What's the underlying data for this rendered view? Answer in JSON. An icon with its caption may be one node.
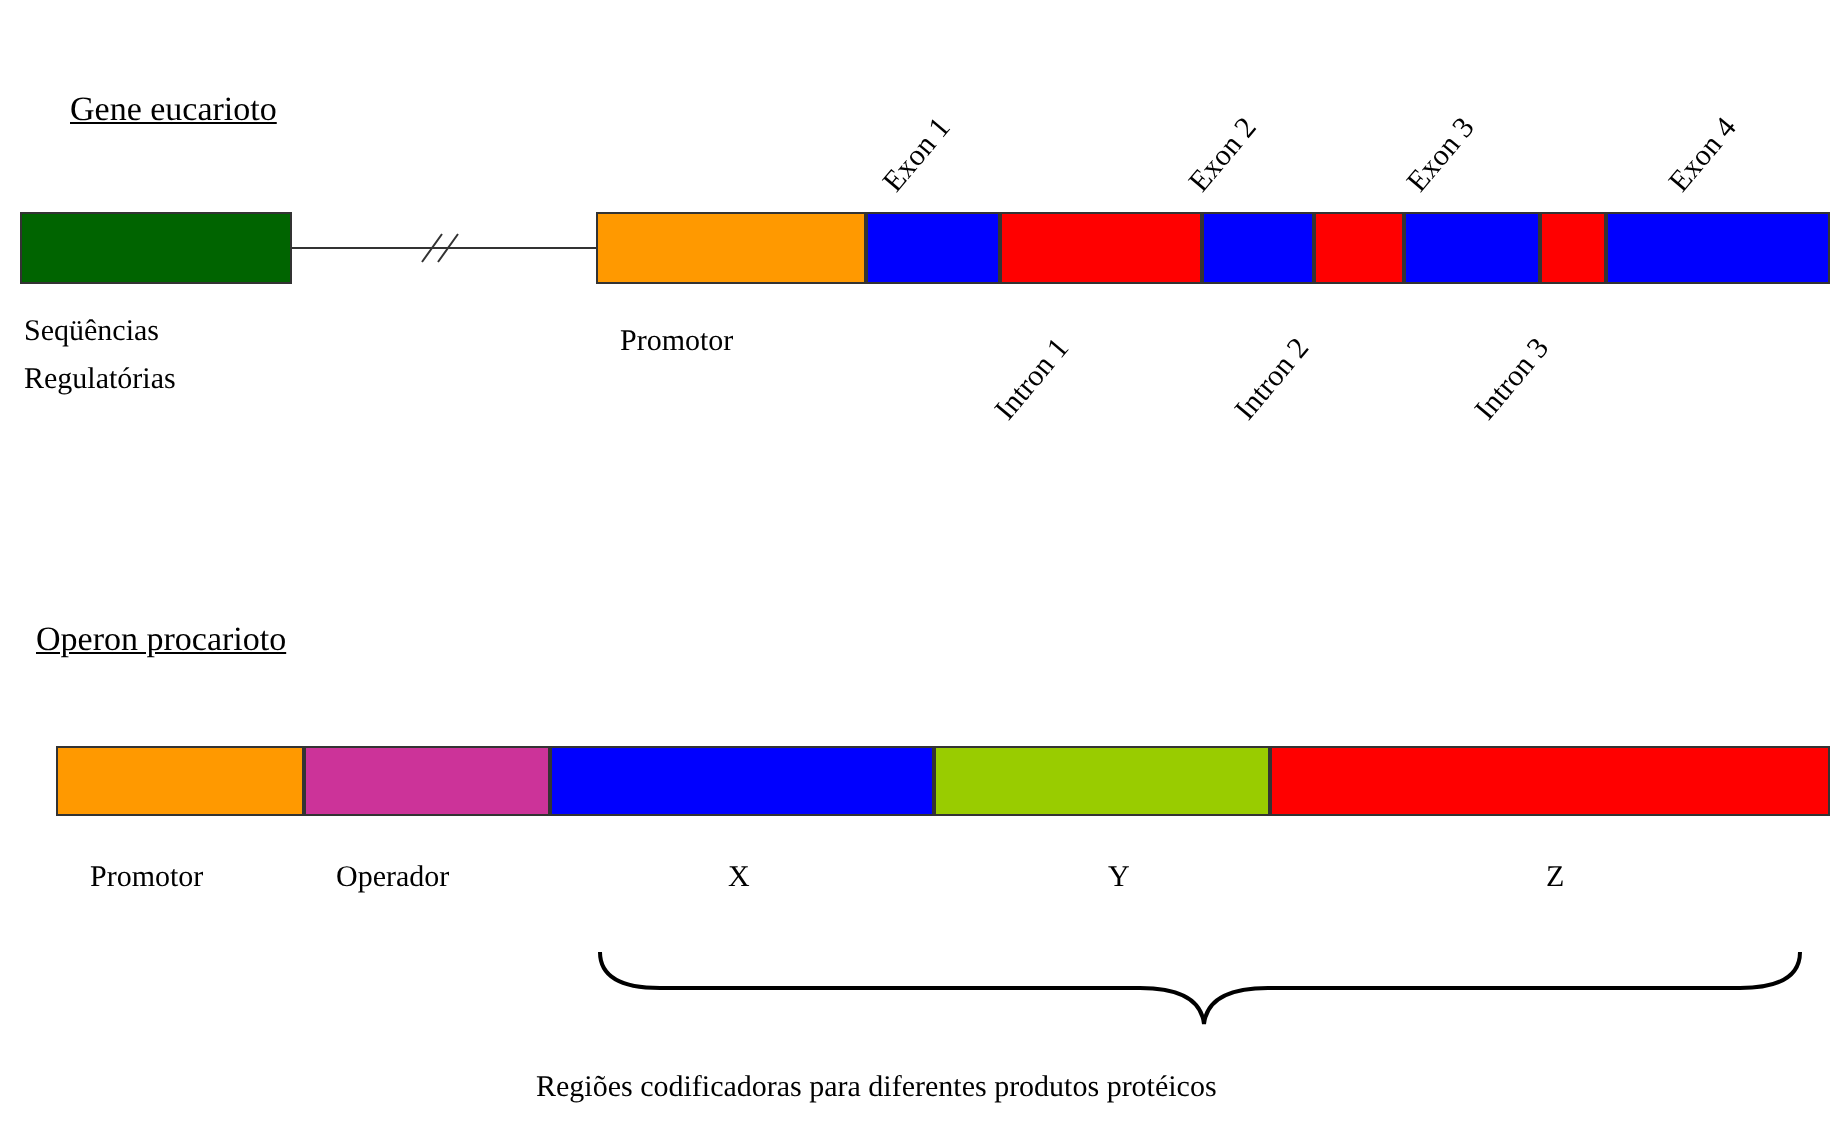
{
  "diagram": {
    "nodes": [
      {
        "text": [],
        "shape": "bar",
        "beside": [
          "Seqüências Regulatórias"
        ]
      },
      {
        "text": [],
        "shape": "bar",
        "beside": [
          "Promotor"
        ]
      },
      {
        "text": [],
        "shape": "bar",
        "beside": [
          "Exon 1"
        ]
      },
      {
        "text": [],
        "shape": "bar",
        "beside": [
          "Intron 1"
        ]
      },
      {
        "text": [],
        "shape": "bar",
        "beside": [
          "Exon 2"
        ]
      },
      {
        "text": [],
        "shape": "bar",
        "beside": [
          "Intron 2"
        ]
      },
      {
        "text": [],
        "shape": "bar",
        "beside": [
          "Exon 3"
        ]
      },
      {
        "text": [],
        "shape": "bar",
        "beside": [
          "Intron 3"
        ]
      },
      {
        "text": [],
        "shape": "bar",
        "beside": [
          "Exon 4"
        ]
      },
      {
        "text": [],
        "shape": "bar",
        "beside": [
          "Promotor"
        ]
      },
      {
        "text": [],
        "shape": "bar",
        "beside": [
          "Operador"
        ]
      },
      {
        "text": [],
        "shape": "bar",
        "beside": [
          "X"
        ]
      },
      {
        "text": [],
        "shape": "bar",
        "beside": [
          "Y"
        ]
      },
      {
        "text": [],
        "shape": "bar",
        "beside": [
          "Z"
        ]
      }
    ],
    "edges": [
      {
        "from": 0,
        "to": 1,
        "arrow": "none"
      }
    ],
    "labels": [
      "Gene eucarioto",
      "Operon procarioto",
      "Regiões codificadoras para diferentes produtos protéicos"
    ]
  }
}
